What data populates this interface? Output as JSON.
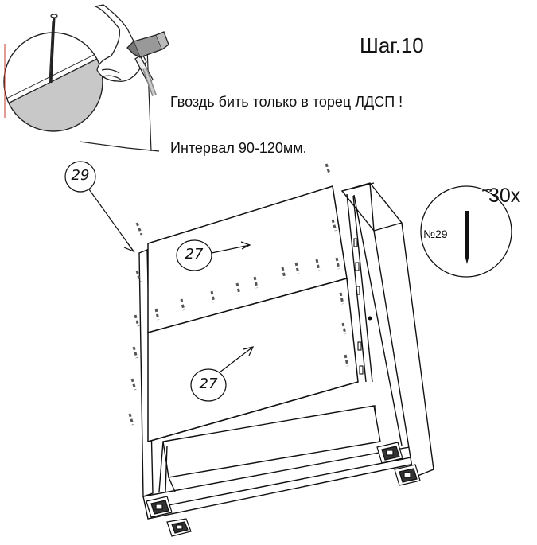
{
  "step_title": "Шаг.10",
  "notes": [
    "Гвоздь бить только в торец ЛДСП !",
    "Интервал 90-120мм."
  ],
  "fastener": {
    "code": "№29",
    "quantity": "30x"
  },
  "callouts": {
    "nail": "29",
    "panel_top": "27",
    "panel_bottom": "27"
  },
  "icons": {
    "hammer": "hammer-icon",
    "nail": "nail-icon"
  }
}
